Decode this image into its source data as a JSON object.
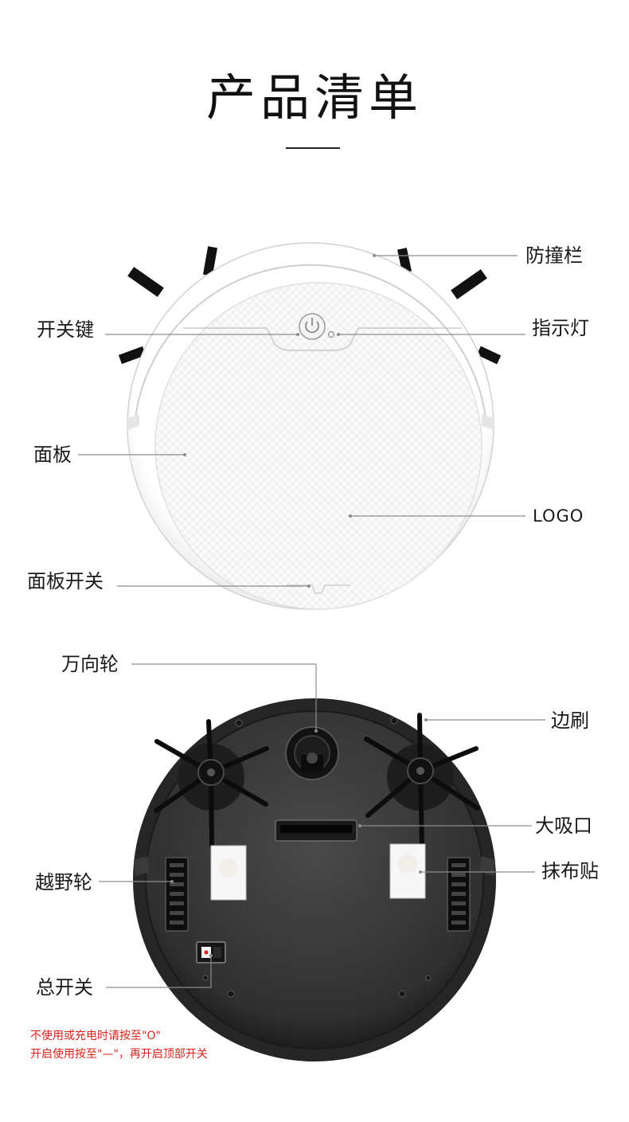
{
  "page": {
    "title": "产品清单"
  },
  "top_view": {
    "labels": {
      "bumper": "防撞栏",
      "power_key": "开关键",
      "indicator": "指示灯",
      "panel": "面板",
      "logo": "LOGO",
      "panel_switch": "面板开关"
    }
  },
  "bottom_view": {
    "labels": {
      "caster_wheel": "万向轮",
      "side_brush": "边刷",
      "suction_port": "大吸口",
      "drive_wheel": "越野轮",
      "mop_pad": "抹布贴",
      "main_switch": "总开关"
    }
  },
  "notes": {
    "line1": "不使用或充电时请按至\"O\"",
    "line2": "开启使用按至\"—\"，再开启顶部开关"
  },
  "colors": {
    "note_red": "#d9231c",
    "robot_dark": "#2b2b2b",
    "robot_white": "#ffffff"
  }
}
